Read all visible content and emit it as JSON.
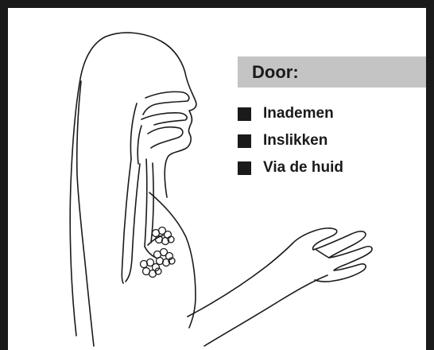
{
  "header": {
    "title": "Door:"
  },
  "routes": [
    {
      "label": "Inademen",
      "icon": "square-bullet-icon"
    },
    {
      "label": "Inslikken",
      "icon": "square-bullet-icon"
    },
    {
      "label": "Via de huid",
      "icon": "square-bullet-icon"
    }
  ],
  "colors": {
    "frame": "#1a1a1a",
    "title_bar": "#c4c4c4",
    "text": "#1a1a1a",
    "background": "#ffffff"
  }
}
